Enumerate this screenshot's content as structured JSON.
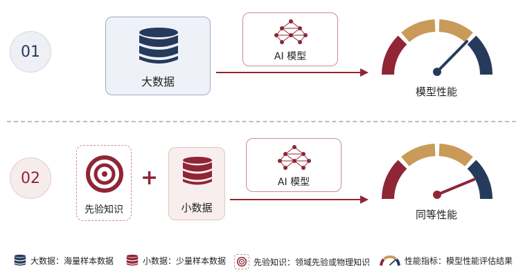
{
  "row1": {
    "number": "01",
    "data_box_label": "大数据",
    "model_label": "AI 模型",
    "gauge_label": "模型性能"
  },
  "row2": {
    "number": "02",
    "prior_label": "先验知识",
    "plus": "+",
    "data_box_label": "小数据",
    "model_label": "AI 模型",
    "gauge_label": "同等性能"
  },
  "legend": [
    {
      "icon": "database-icon",
      "text": "大数据：海量样本数据"
    },
    {
      "icon": "database-icon",
      "text": "小数据：少量样本数据"
    },
    {
      "icon": "target-icon",
      "text": "先验知识：领域先验或物理知识"
    },
    {
      "icon": "gauge-icon",
      "text": "性能指标：模型性能评估结果"
    }
  ],
  "colors": {
    "navy": "#263a5c",
    "crimson": "#8f2535",
    "gold": "#c99a58",
    "navy_bg": "#eef1f7",
    "red_bg": "#f8eeee"
  }
}
